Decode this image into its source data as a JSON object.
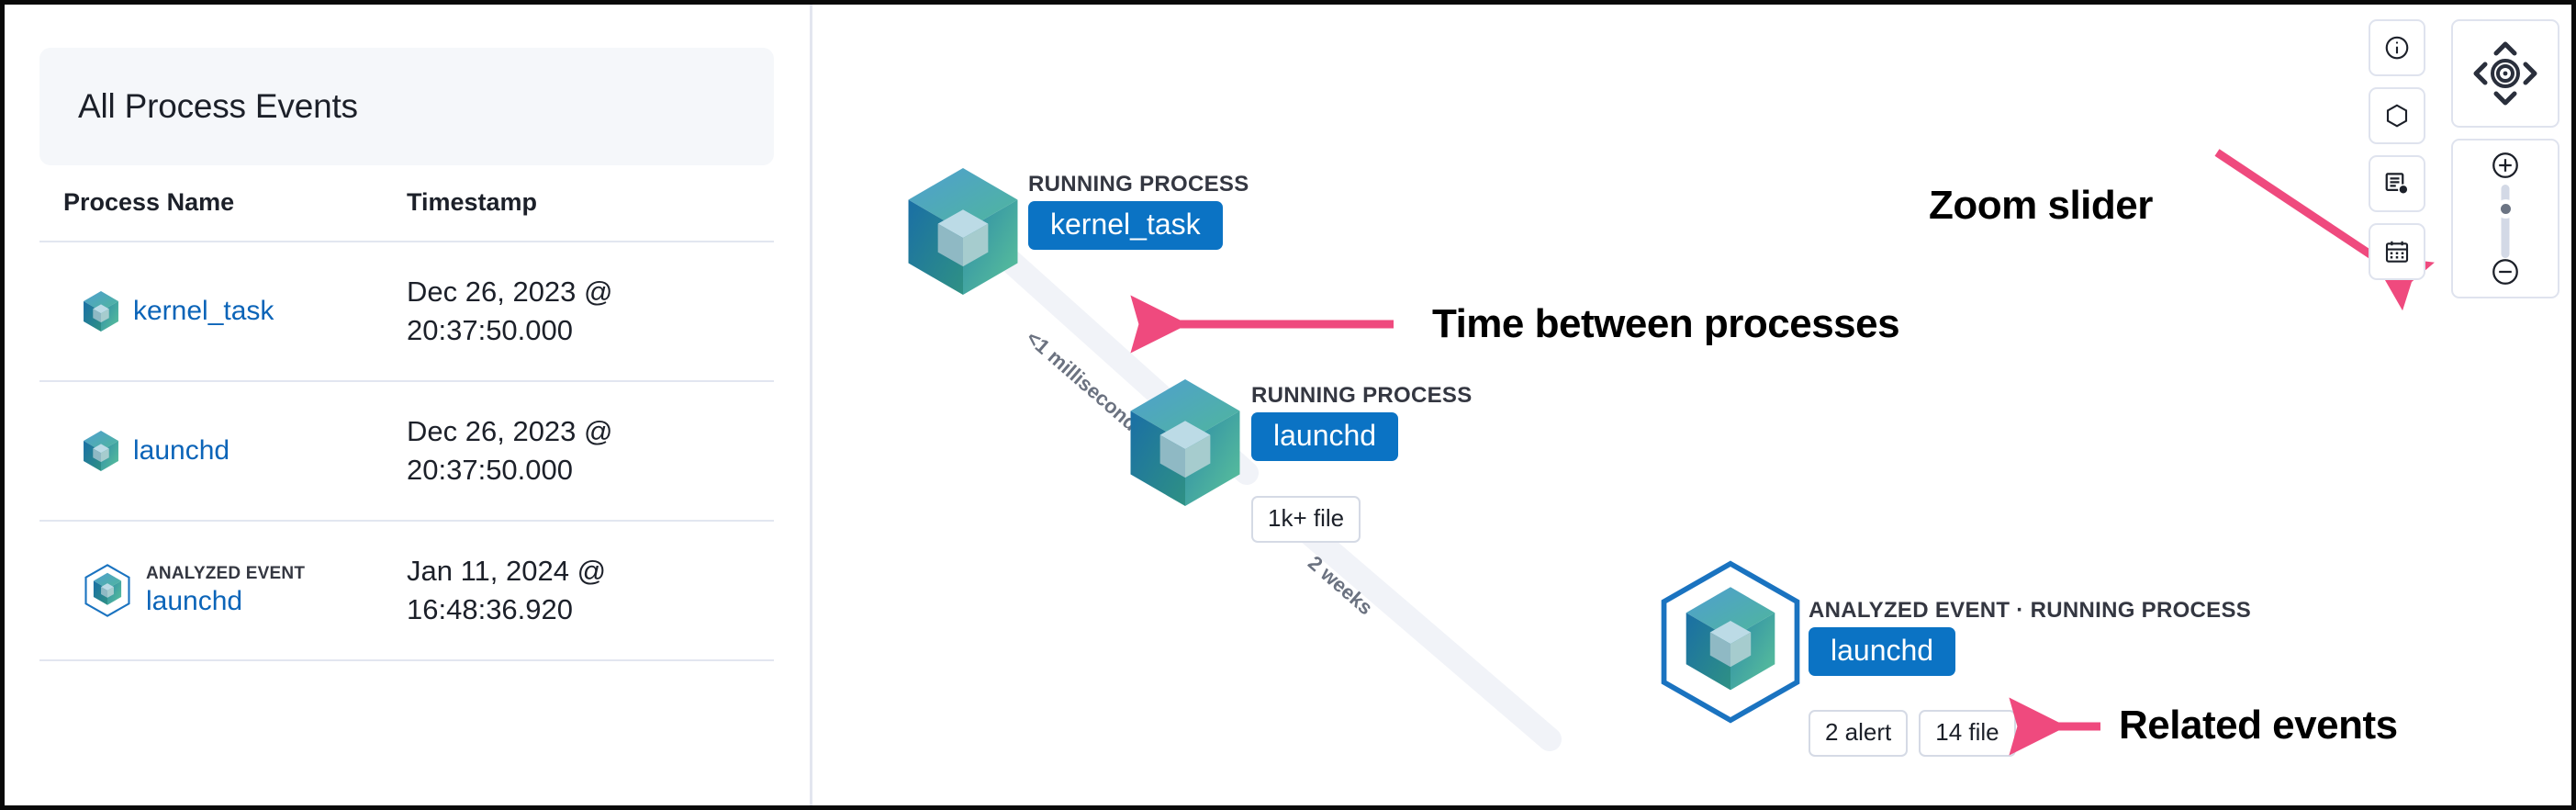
{
  "left_panel": {
    "header_title": "All Process Events",
    "table": {
      "columns": [
        "Process Name",
        "Timestamp"
      ],
      "rows": [
        {
          "kind": "",
          "process_name": "kernel_task",
          "icon": "process-cube-icon",
          "timestamp_date": "Dec 26, 2023 @",
          "timestamp_time": "20:37:50.000"
        },
        {
          "kind": "",
          "process_name": "launchd",
          "icon": "process-cube-icon",
          "timestamp_date": "Dec 26, 2023 @",
          "timestamp_time": "20:37:50.000"
        },
        {
          "kind": "ANALYZED EVENT",
          "process_name": "launchd",
          "icon": "analyzed-event-cube-icon",
          "timestamp_date": "Jan 11, 2024 @",
          "timestamp_time": "16:48:36.920"
        }
      ]
    }
  },
  "graph": {
    "nodes": [
      {
        "kind": "RUNNING PROCESS",
        "name": "kernel_task",
        "analyzed": false,
        "badges": []
      },
      {
        "kind": "RUNNING PROCESS",
        "name": "launchd",
        "analyzed": false,
        "badges": [
          "1k+ file"
        ]
      },
      {
        "kind": "ANALYZED EVENT · RUNNING PROCESS",
        "name": "launchd",
        "analyzed": true,
        "badges": [
          "2 alert",
          "14 file"
        ]
      }
    ],
    "edges": [
      {
        "label": "<1 millisecond"
      },
      {
        "label": "2 weeks"
      }
    ]
  },
  "annotations": [
    {
      "text": "Time between processes",
      "target": "edge-1-label"
    },
    {
      "text": "Zoom slider",
      "target": "zoom-slider"
    },
    {
      "text": "Related events",
      "target": "node-3-badges"
    }
  ],
  "toolbar": {
    "buttons": [
      {
        "name": "info-icon",
        "label": "Information"
      },
      {
        "name": "hexagon-icon",
        "label": "Node shapes"
      },
      {
        "name": "legend-settings-icon",
        "label": "Legend settings"
      },
      {
        "name": "calendar-icon",
        "label": "Date picker"
      }
    ],
    "nav": {
      "up": "chevron-up-icon",
      "down": "chevron-down-icon",
      "left": "chevron-left-icon",
      "right": "chevron-right-icon",
      "center": "target-icon"
    },
    "zoom": {
      "in": "plus-circle-icon",
      "out": "minus-circle-icon",
      "slider_position_pct": 30
    }
  },
  "colors": {
    "accent_blue": "#0b73c4",
    "link_blue": "#0b64b8",
    "annotation_pink": "#ef4a7e",
    "panel_bg": "#f5f7fa",
    "border": "#e2e6f0",
    "text_dark": "#1c2029",
    "edge_gray": "#f1f3f8"
  }
}
